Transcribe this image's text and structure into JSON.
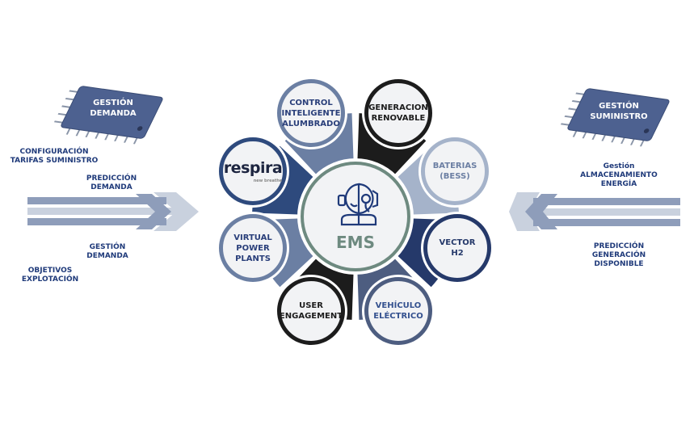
{
  "left": {
    "chip_label": "GESTIÓN\nDEMANDA",
    "labels": [
      "CONFIGURACIÓN\nTARIFAS SUMINISTRO",
      "PREDICCIÓN\nDEMANDA",
      "GESTIÓN\nDEMANDA",
      "OBJETIVOS\nEXPLOTACIÓN"
    ]
  },
  "right": {
    "chip_label": "GESTIÓN\nSUMINISTRO",
    "labels": [
      "Gestión\nALMACENAMIENTO\nENERGÍA",
      "PREDICCIÓN\nGENERACIÓN\nDISPONIBLE"
    ]
  },
  "center": {
    "label": "EMS",
    "icon": "robot-headset-icon",
    "color": "#6e8a80"
  },
  "nodes": [
    {
      "label": "CONTROL\nINTELIGENTE\nALUMBRADO",
      "color": "#6b7fa3",
      "text_color": "#2a3f7a"
    },
    {
      "label": "GENERACION\nRENOVABLE",
      "color": "#1c1c1c",
      "text_color": "#1c1c1c"
    },
    {
      "label": "BATERIAS\n(BESS)",
      "color": "#a5b3ca",
      "text_color": "#6c7fa3"
    },
    {
      "label": "VECTOR\nH2",
      "color": "#25396a",
      "text_color": "#25396a"
    },
    {
      "label": "VEHÍCULO\nELÉCTRICO",
      "color": "#4d5d80",
      "text_color": "#34518f"
    },
    {
      "label": "USER\nENGAGEMENT",
      "color": "#1c1c1c",
      "text_color": "#1c1c1c"
    },
    {
      "label": "VIRTUAL\nPOWER\nPLANTS",
      "color": "#6b7fa3",
      "text_color": "#2a3f7a"
    },
    {
      "label": "respira",
      "sublabel": "new breathe",
      "color": "#2e4a7d",
      "text_color": "#1d2540"
    }
  ]
}
